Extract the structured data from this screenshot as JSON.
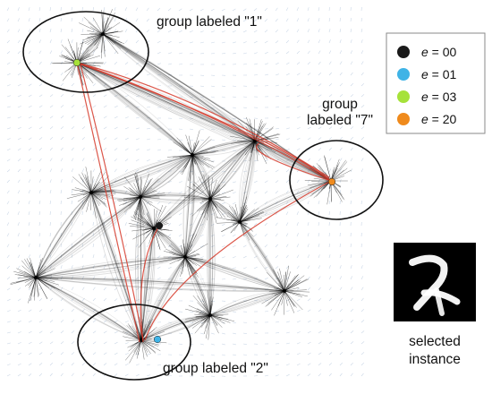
{
  "annotations": {
    "group1": "group labeled \"1\"",
    "group7_line1": "group",
    "group7_line2": "labeled \"7\"",
    "group2": "group labeled \"2\""
  },
  "legend": [
    {
      "var": "e",
      "label": " = 00",
      "color": "#1a1a1a"
    },
    {
      "var": "e",
      "label": " = 01",
      "color": "#3fb3e6"
    },
    {
      "var": "e",
      "label": " = 03",
      "color": "#a6e23a"
    },
    {
      "var": "e",
      "label": " = 20",
      "color": "#ef8a1c"
    }
  ],
  "instance_caption": {
    "line1": "selected",
    "line2": "instance"
  },
  "colors": {
    "bundle": "#000000",
    "trajectory": "#d63a2a",
    "field": "#8aa6c8"
  }
}
